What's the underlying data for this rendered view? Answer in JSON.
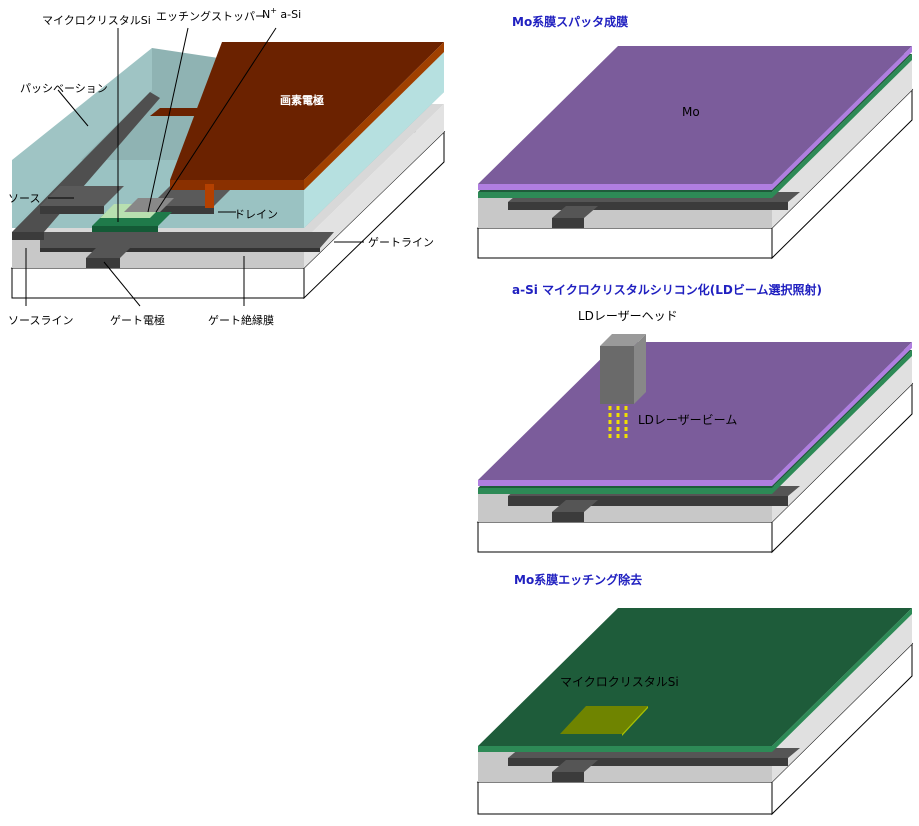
{
  "colors": {
    "title": "#2020c0",
    "mo_top": "#7b5c9b",
    "mo_edge": "#b07ee0",
    "green": "#1e5c3a",
    "green_edge": "#2d8a56",
    "pixel_electrode": "#6b2200",
    "passivation": "#96b8b8",
    "glass_side": "#b6e0e0",
    "gate_metal": "#555555",
    "insulator": "#cccccc",
    "micro_si": "#6f8400",
    "laser_beam": "#f0e000"
  },
  "left_figure": {
    "labels": {
      "microcrystal_si": "マイクロクリスタルSi",
      "etching_stopper": "エッチングストッパー",
      "n_plus": "N",
      "n_plus_sup": "+",
      "n_plus_tail": " a-Si",
      "passivation": "パッシベーション",
      "pixel_electrode": "画素電極",
      "source": "ソース",
      "drain": "ドレイン",
      "gate_line": "ゲートライン",
      "source_line": "ソースライン",
      "gate_electrode": "ゲート電極",
      "gate_insulator": "ゲート絶縁膜"
    }
  },
  "panels": {
    "mo_sputter": {
      "title": "Mo系膜スパッタ成膜",
      "layer_label": "Mo"
    },
    "laser": {
      "title": "a-Si マイクロクリスタルシリコン化(LDビーム選択照射)",
      "head_label": "LDレーザーヘッド",
      "beam_label": "LDレーザービーム"
    },
    "etch": {
      "title": "Mo系膜エッチング除去",
      "region_label": "マイクロクリスタルSi"
    }
  }
}
